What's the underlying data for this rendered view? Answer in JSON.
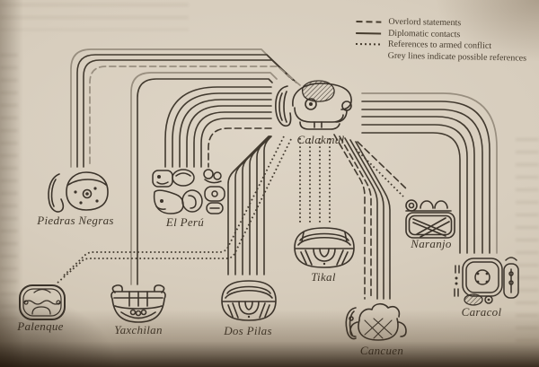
{
  "legend": {
    "items": [
      {
        "label": "Overlord statements",
        "style": "dashed"
      },
      {
        "label": "Diplomatic contacts",
        "style": "solid"
      },
      {
        "label": "References to armed conflict",
        "style": "dotted"
      }
    ],
    "note": "Grey lines indicate possible references"
  },
  "cities": {
    "calakmul": {
      "label": "Calakmul"
    },
    "piedras_negras": {
      "label": "Piedras Negras"
    },
    "el_peru": {
      "label": "El Perú"
    },
    "tikal": {
      "label": "Tikal"
    },
    "naranjo": {
      "label": "Naranjo"
    },
    "caracol": {
      "label": "Caracol"
    },
    "palenque": {
      "label": "Palenque"
    },
    "yaxchilan": {
      "label": "Yaxchilan"
    },
    "dos_pilas": {
      "label": "Dos Pilas"
    },
    "cancuen": {
      "label": "Cancuen"
    }
  },
  "connections": [
    {
      "from": "Calakmul",
      "to": "Piedras Negras",
      "lines": [
        {
          "type": "diplomatic",
          "count": 2
        },
        {
          "type": "diplomatic-possible",
          "count": 1
        },
        {
          "type": "overlord-possible",
          "count": 1
        }
      ]
    },
    {
      "from": "Calakmul",
      "to": "Yaxchilan",
      "lines": [
        {
          "type": "diplomatic",
          "count": 1
        },
        {
          "type": "diplomatic-possible",
          "count": 1
        }
      ]
    },
    {
      "from": "Calakmul",
      "to": "El Perú",
      "lines": [
        {
          "type": "diplomatic",
          "count": 6
        },
        {
          "type": "overlord",
          "count": 1
        }
      ]
    },
    {
      "from": "Calakmul",
      "to": "Tikal",
      "lines": [
        {
          "type": "armed-conflict",
          "count": 4
        }
      ]
    },
    {
      "from": "Calakmul",
      "to": "Palenque",
      "lines": [
        {
          "type": "armed-conflict",
          "count": 2
        }
      ]
    },
    {
      "from": "Calakmul",
      "to": "Dos Pilas",
      "lines": [
        {
          "type": "diplomatic",
          "count": 6
        }
      ]
    },
    {
      "from": "Calakmul",
      "to": "Cancuen",
      "lines": [
        {
          "type": "diplomatic",
          "count": 3
        },
        {
          "type": "overlord",
          "count": 2
        }
      ]
    },
    {
      "from": "Calakmul",
      "to": "Naranjo",
      "lines": [
        {
          "type": "overlord",
          "count": 1
        },
        {
          "type": "armed-conflict",
          "count": 1
        }
      ]
    },
    {
      "from": "Calakmul",
      "to": "Caracol",
      "lines": [
        {
          "type": "diplomatic",
          "count": 5
        },
        {
          "type": "diplomatic-possible",
          "count": 1
        }
      ]
    }
  ],
  "colors": {
    "paper": "#d7cdbd",
    "ink": "#3c342a",
    "line_dark": "#423a2f",
    "line_grey": "#988e7f"
  }
}
